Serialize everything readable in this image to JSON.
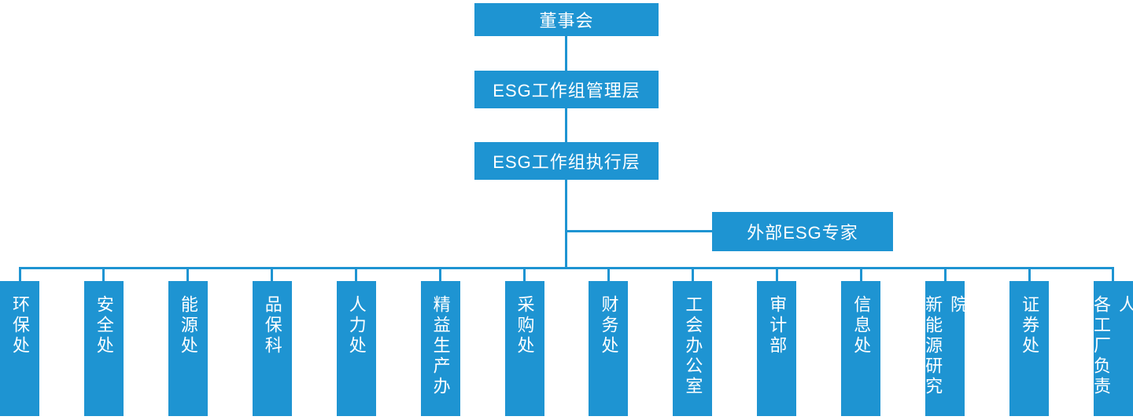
{
  "colors": {
    "primary_blue": "#1E94D2",
    "text_white": "#FFFFFF",
    "background": "#FFFFFF"
  },
  "org_chart": {
    "type": "organization-chart",
    "level1": {
      "label": "董事会"
    },
    "level2": {
      "label": "ESG工作组管理层"
    },
    "level3": {
      "label": "ESG工作组执行层"
    },
    "external": {
      "label": "外部ESG专家"
    },
    "departments": [
      {
        "label": "环保处"
      },
      {
        "label": "安全处"
      },
      {
        "label": "能源处"
      },
      {
        "label": "品保科"
      },
      {
        "label": "人力处"
      },
      {
        "label": "精益生产办"
      },
      {
        "label": "采购处"
      },
      {
        "label": "财务处"
      },
      {
        "label": "工会办公室"
      },
      {
        "label": "审计部"
      },
      {
        "label": "信息处"
      },
      {
        "label": "新能源研究院"
      },
      {
        "label": "证券处"
      },
      {
        "label": "各工厂负责人"
      }
    ]
  }
}
